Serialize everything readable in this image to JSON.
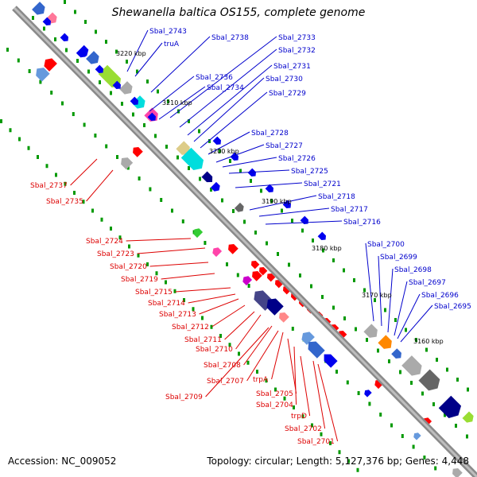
{
  "title": "Shewanella baltica OS155, complete genome",
  "accession": "Accession: NC_009052",
  "summary": "Topology: circular; Length: 5,127,376 bp; Genes: 4,448",
  "colors": {
    "forward_label": "#0000cc",
    "reverse_label": "#dd0000",
    "forward_gene": "#0000ee",
    "reverse_gene": "#ff0000",
    "backbone": "#8a8a8a",
    "tick": "#009900"
  },
  "scale_labels": [
    "3220 kbp",
    "3210 kbp",
    "3200 kbp",
    "3190 kbp",
    "3180 kbp",
    "3170 kbp",
    "3160 kbp"
  ],
  "forward_labels": [
    "Sbal_2743",
    "truA",
    "Sbal_2738",
    "Sbal_2733",
    "Sbal_2732",
    "Sbal_2731",
    "Sbal_2736",
    "Sbal_2730",
    "Sbal_2734",
    "Sbal_2729",
    "Sbal_2728",
    "Sbal_2727",
    "Sbal_2726",
    "Sbal_2725",
    "Sbal_2721",
    "Sbal_2718",
    "Sbal_2717",
    "Sbal_2716",
    "Sbal_2700",
    "Sbal_2699",
    "Sbal_2698",
    "Sbal_2697",
    "Sbal_2696",
    "Sbal_2695"
  ],
  "reverse_labels": [
    "Sbal_2737",
    "Sbal_2735",
    "Sbal_2724",
    "Sbal_2723",
    "Sbal_2720",
    "Sbal_2719",
    "Sbal_2715",
    "Sbal_2714",
    "Sbal_2713",
    "Sbal_2712",
    "Sbal_2711",
    "Sbal_2710",
    "Sbal_2708",
    "Sbal_2707",
    "trpA",
    "Sbal_2709",
    "Sbal_2705",
    "Sbal_2704",
    "trpD",
    "Sbal_2702",
    "Sbal_2701"
  ]
}
